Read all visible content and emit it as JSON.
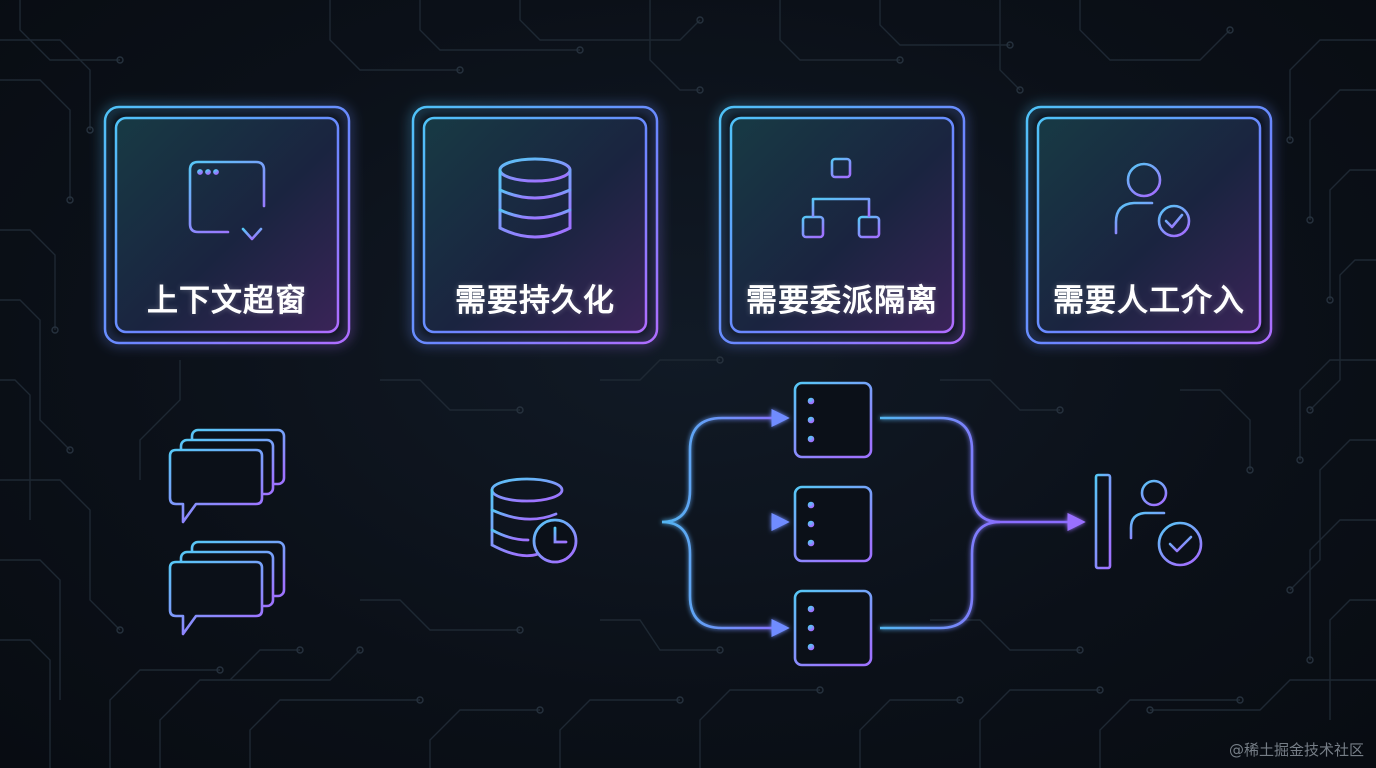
{
  "colors": {
    "background": "#0b1018",
    "accent_cyan": "#4fc3f7",
    "accent_blue": "#5b7cff",
    "accent_purple": "#b06cff",
    "circuit": "#1f2a36"
  },
  "cards": [
    {
      "label": "上下文超窗",
      "icon": "browser-window-download-icon"
    },
    {
      "label": "需要持久化",
      "icon": "database-icon"
    },
    {
      "label": "需要委派隔离",
      "icon": "hierarchy-tree-icon"
    },
    {
      "label": "需要人工介入",
      "icon": "user-check-icon"
    }
  ],
  "flow": {
    "source_icon": "chat-messages-icon",
    "store_icon": "database-clock-icon",
    "task_icon": "task-list-icon",
    "target_icon": "human-approval-icon"
  },
  "watermark": "@稀土掘金技术社区"
}
